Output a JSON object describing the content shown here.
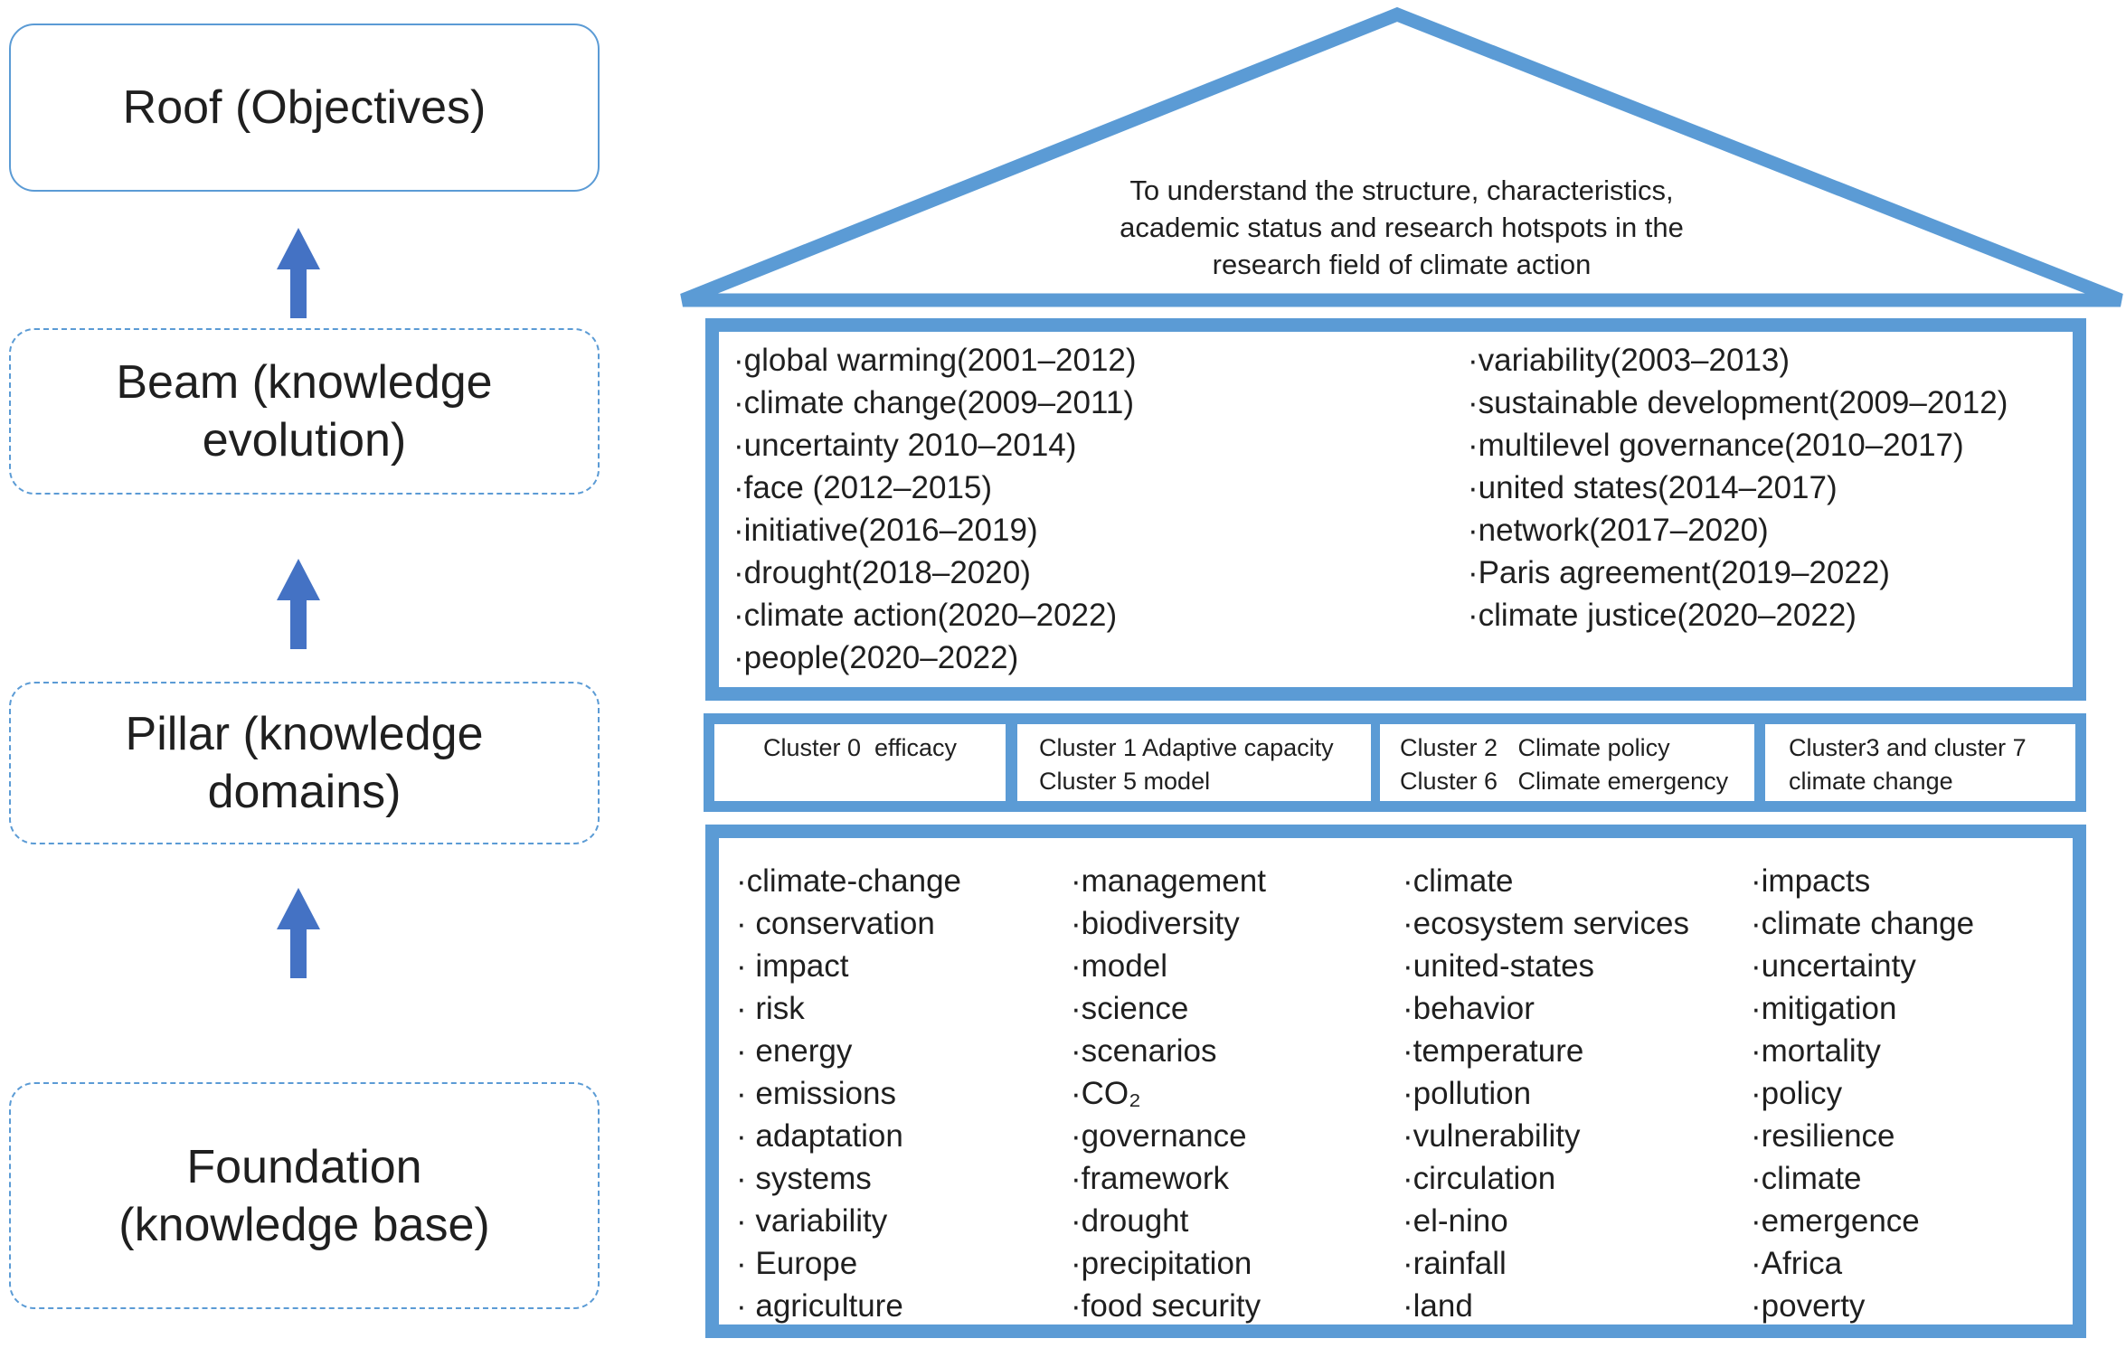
{
  "colors": {
    "house_blue": "#5b9bd5",
    "arrow_blue": "#4472c4",
    "text": "#1f1f1f"
  },
  "left_panel": {
    "boxes": [
      {
        "label": "Roof (Objectives)"
      },
      {
        "label": "Beam (knowledge\nevolution)"
      },
      {
        "label": "Pillar (knowledge\ndomains)"
      },
      {
        "label": "Foundation\n(knowledge base)"
      }
    ]
  },
  "roof": {
    "objective": "To understand the structure, characteristics,\nacademic status and research hotspots in the\nresearch field of climate action"
  },
  "beam": {
    "left_items": [
      "·global warming(2001–2012)",
      "·climate change(2009–2011)",
      "·uncertainty 2010–2014)",
      "·face (2012–2015)",
      "·initiative(2016–2019)",
      "·drought(2018–2020)",
      "·climate action(2020–2022)",
      "·people(2020–2022)"
    ],
    "right_items": [
      "·variability(2003–2013)",
      "·sustainable development(2009–2012)",
      "·multilevel governance(2010–2017)",
      "·united states(2014–2017)",
      "·network(2017–2020)",
      "·Paris agreement(2019–2022)",
      "·climate justice(2020–2022)"
    ]
  },
  "pillars": [
    {
      "label": "Cluster 0  efficacy"
    },
    {
      "label": "Cluster 1 Adaptive capacity\nCluster 5 model"
    },
    {
      "label": "Cluster 2   Climate policy\nCluster 6   Climate emergency"
    },
    {
      "label": "Cluster3 and cluster 7\nclimate change"
    }
  ],
  "foundation": {
    "columns": [
      [
        "·climate-change",
        "· conservation",
        "· impact",
        "· risk",
        "· energy",
        "· emissions",
        "· adaptation",
        "· systems",
        "· variability",
        "· Europe",
        "· agriculture"
      ],
      [
        "·management",
        "·biodiversity",
        "·model",
        "·science",
        "·scenarios",
        "·CO₂",
        "·governance",
        "·framework",
        "·drought",
        "·precipitation",
        "·food security"
      ],
      [
        "·climate",
        "·ecosystem services",
        "·united-states",
        "·behavior",
        "·temperature",
        "·pollution",
        "·vulnerability",
        "·circulation",
        "·el-nino",
        "·rainfall",
        "·land"
      ],
      [
        "·impacts",
        "·climate change",
        "·uncertainty",
        "·mitigation",
        "·mortality",
        "·policy",
        "·resilience",
        "·climate",
        "·emergence",
        "·Africa",
        "·poverty"
      ]
    ]
  }
}
